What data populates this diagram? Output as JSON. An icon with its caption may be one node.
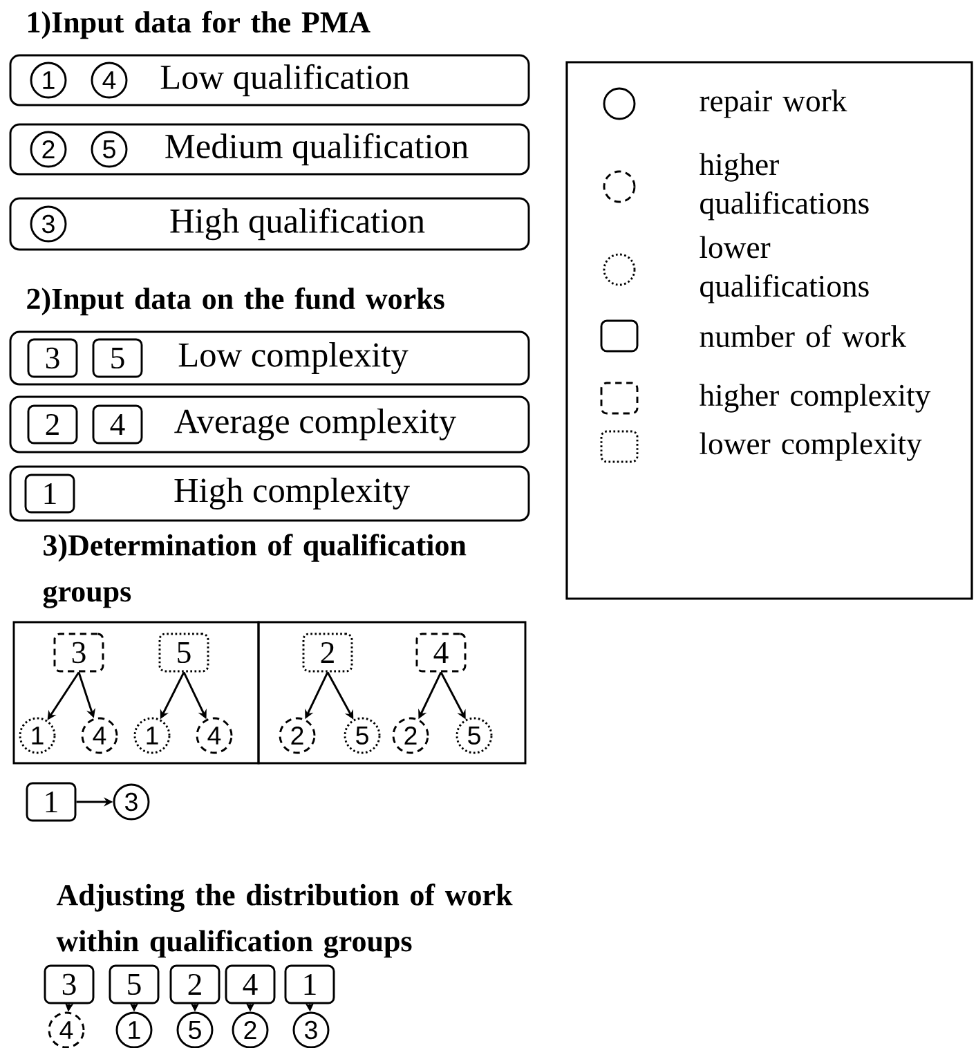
{
  "diagram": {
    "nodes": [
      {
        "text": [
          "Low qualification"
        ]
      },
      {
        "text": [
          "1"
        ],
        "in": 0
      },
      {
        "text": [
          "4"
        ],
        "in": 0
      },
      {
        "text": [
          "Medium qualification"
        ]
      },
      {
        "text": [
          "2"
        ],
        "in": 3
      },
      {
        "text": [
          "5"
        ],
        "in": 3
      },
      {
        "text": [
          "High qualification"
        ]
      },
      {
        "text": [
          "3"
        ],
        "in": 6
      },
      {
        "text": [
          "Low complexity"
        ]
      },
      {
        "text": [
          "3"
        ],
        "in": 8
      },
      {
        "text": [
          "5"
        ],
        "in": 8
      },
      {
        "text": [
          "Average complexity"
        ]
      },
      {
        "text": [
          "2"
        ],
        "in": 11
      },
      {
        "text": [
          "4"
        ],
        "in": 11
      },
      {
        "text": [
          "High complexity"
        ]
      },
      {
        "text": [
          "1"
        ],
        "in": 14
      },
      {
        "text": [],
        "shape": "box"
      },
      {
        "text": [
          "3"
        ],
        "in": 16
      },
      {
        "text": [
          "5"
        ],
        "in": 16
      },
      {
        "text": [
          "1"
        ],
        "in": 16
      },
      {
        "text": [
          "4"
        ],
        "in": 16
      },
      {
        "text": [
          "1"
        ],
        "in": 16
      },
      {
        "text": [
          "4"
        ],
        "in": 16
      },
      {
        "text": [],
        "shape": "box"
      },
      {
        "text": [
          "2"
        ],
        "in": 23
      },
      {
        "text": [
          "4"
        ],
        "in": 23
      },
      {
        "text": [
          "2"
        ],
        "in": 23
      },
      {
        "text": [
          "5"
        ],
        "in": 23
      },
      {
        "text": [
          "2"
        ],
        "in": 23
      },
      {
        "text": [
          "5"
        ],
        "in": 23
      },
      {
        "text": [
          "1"
        ]
      },
      {
        "text": [
          "3"
        ]
      },
      {
        "text": [
          "3"
        ]
      },
      {
        "text": [
          "5"
        ]
      },
      {
        "text": [
          "2"
        ]
      },
      {
        "text": [
          "4"
        ]
      },
      {
        "text": [
          "1"
        ]
      },
      {
        "text": [
          "4"
        ]
      },
      {
        "text": [
          "1"
        ]
      },
      {
        "text": [
          "5"
        ]
      },
      {
        "text": [
          "2"
        ]
      },
      {
        "text": [
          "3"
        ]
      }
    ],
    "edges": [
      {
        "from": 17,
        "to": 19,
        "arrow": "to"
      },
      {
        "from": 17,
        "to": 20,
        "arrow": "to"
      },
      {
        "from": 18,
        "to": 21,
        "arrow": "to"
      },
      {
        "from": 18,
        "to": 22,
        "arrow": "to"
      },
      {
        "from": 24,
        "to": 26,
        "arrow": "to"
      },
      {
        "from": 24,
        "to": 27,
        "arrow": "to"
      },
      {
        "from": 25,
        "to": 28,
        "arrow": "to"
      },
      {
        "from": 25,
        "to": 29,
        "arrow": "to"
      },
      {
        "from": 30,
        "to": 31,
        "arrow": "to"
      },
      {
        "from": 32,
        "to": 37,
        "arrow": "to"
      },
      {
        "from": 33,
        "to": 38,
        "arrow": "to"
      },
      {
        "from": 34,
        "to": 39,
        "arrow": "to"
      },
      {
        "from": 35,
        "to": 40,
        "arrow": "to"
      },
      {
        "from": 36,
        "to": 41,
        "arrow": "to"
      }
    ],
    "labels": [
      "1)Input data for the PMA",
      "2)Input data on the fund works",
      "3)Determination of qualification groups",
      "Adjusting the distribution of work within qualification groups"
    ],
    "legend": [
      {
        "text": "repair work"
      },
      {
        "text": "higher qualifications"
      },
      {
        "text": "lower qualifications"
      },
      {
        "text": "number of work"
      },
      {
        "text": "higher complexity"
      },
      {
        "text": "lower complexity"
      }
    ]
  }
}
